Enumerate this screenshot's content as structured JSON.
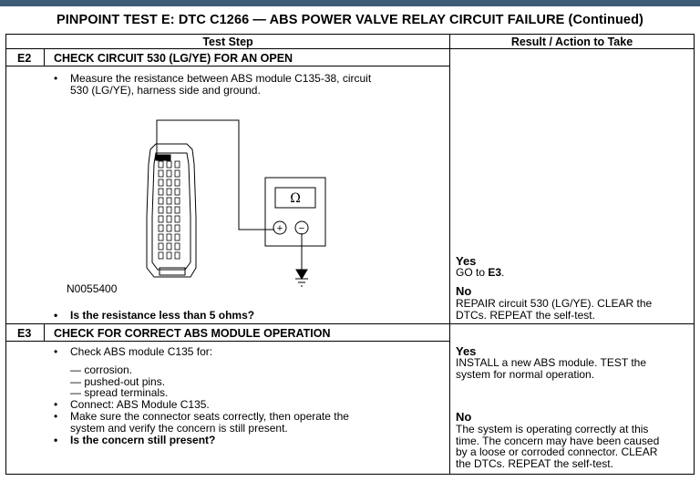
{
  "title": "PINPOINT TEST  E: DTC C1266 — ABS POWER VALVE RELAY CIRCUIT FAILURE (Continued)",
  "columns": {
    "test_step": "Test Step",
    "result": "Result / Action to Take"
  },
  "e2": {
    "id": "E2",
    "heading": "CHECK CIRCUIT 530 (LG/YE) FOR AN OPEN",
    "measure_line1": "Measure the resistance between ABS module C135-38, circuit",
    "measure_line2": "530 (LG/YE), harness side and ground.",
    "figure_id": "N0055400",
    "meter_symbol": "Ω",
    "plus": "+",
    "minus": "−",
    "question": "Is the resistance less than 5 ohms?",
    "yes_label": "Yes",
    "yes_text_prefix": "GO to ",
    "yes_target": "E3",
    "yes_text_suffix": ".",
    "no_label": "No",
    "no_line1": "REPAIR circuit 530 (LG/YE). CLEAR the",
    "no_line2": "DTCs. REPEAT the self-test."
  },
  "e3": {
    "id": "E3",
    "heading": "CHECK FOR CORRECT ABS MODULE OPERATION",
    "check_line": "Check ABS module C135 for:",
    "sub_items": [
      "— corrosion.",
      "— pushed-out pins.",
      "— spread terminals."
    ],
    "connect_line": "Connect: ABS Module C135.",
    "make_sure_line1": "Make sure the connector seats correctly, then operate the",
    "make_sure_line2": "system and verify the concern is still present.",
    "question": "Is the concern still present?",
    "yes_label": "Yes",
    "yes_line1": "INSTALL a new ABS module. TEST the",
    "yes_line2": "system for normal operation.",
    "no_label": "No",
    "no_lines": [
      "The system is operating correctly at this",
      "time. The concern may have been caused",
      "by a loose or corroded connector. CLEAR",
      "the DTCs. REPEAT the self-test."
    ]
  }
}
